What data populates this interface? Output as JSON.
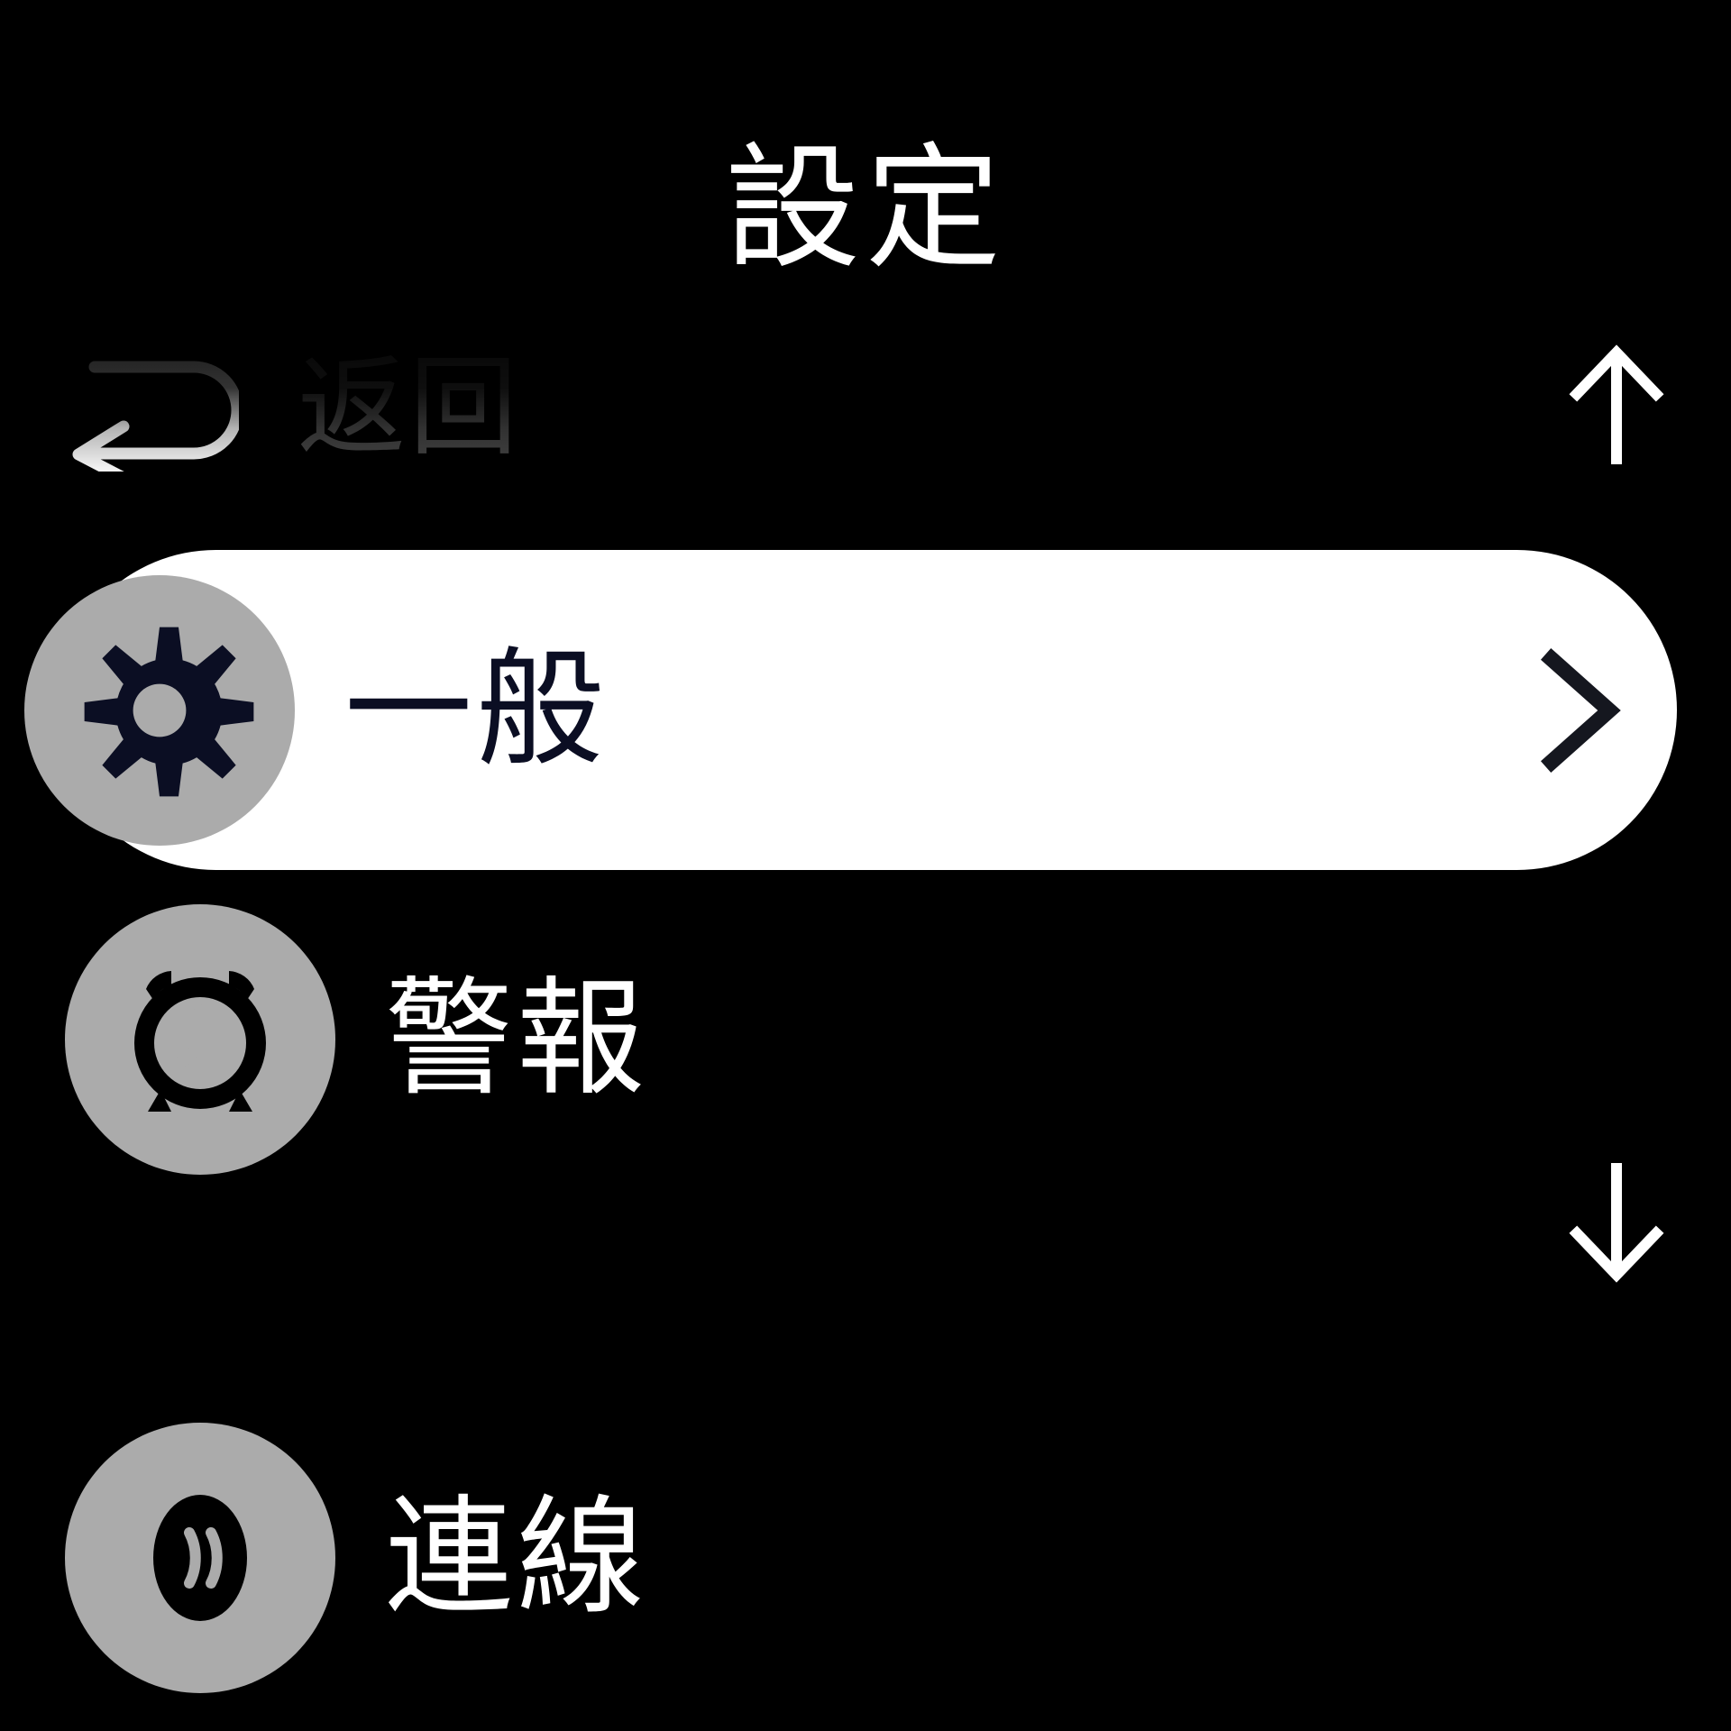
{
  "screen": {
    "background_color": "#000000",
    "title": "設定"
  },
  "back_row": {
    "icon": "back-arrow-icon",
    "label": "返回"
  },
  "scroll": {
    "up_arrow": "arrow-up-icon",
    "down_arrow": "arrow-down-icon"
  },
  "colors": {
    "selected_pill": "#ffffff",
    "icon_circle": "#ababab",
    "selected_text": "#0b0e23",
    "text": "#ffffff"
  },
  "list": {
    "items": [
      {
        "id": "general",
        "label": "一般",
        "icon": "gear-icon",
        "selected": true,
        "chevron": ">"
      },
      {
        "id": "alarm",
        "label": "警報",
        "icon": "alarm-clock-icon",
        "selected": false,
        "chevron": ""
      },
      {
        "id": "connect",
        "label": "連線",
        "icon": "connectivity-icon",
        "selected": false,
        "chevron": ""
      }
    ]
  }
}
